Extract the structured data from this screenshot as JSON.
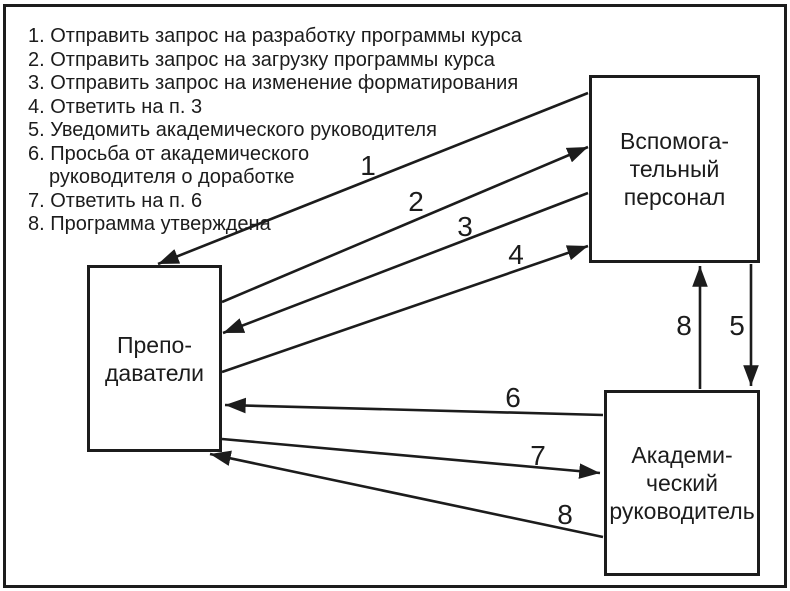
{
  "legend": {
    "items": [
      "1. Отправить запрос на разработку программы курса",
      "2. Отправить запрос на загрузку программы курса",
      "3. Отправить запрос на изменение форматирования",
      "4. Ответить на п. 3",
      "5. Уведомить академического руководителя",
      "6. Просьба от академического\nруководителя о доработке",
      "7. Ответить на п. 6",
      "8. Программа утверждена"
    ]
  },
  "nodes": {
    "teachers": {
      "label": "Препо-\nдаватели"
    },
    "support": {
      "label": "Вспомога-\nтельный\nперсонал"
    },
    "academic": {
      "label": "Академи-\nческий\nруководитель"
    }
  },
  "arrows": [
    {
      "label": "1",
      "from": "support",
      "to": "teachers"
    },
    {
      "label": "2",
      "from": "teachers",
      "to": "support"
    },
    {
      "label": "3",
      "from": "support",
      "to": "teachers"
    },
    {
      "label": "4",
      "from": "teachers",
      "to": "support"
    },
    {
      "label": "5",
      "from": "support",
      "to": "academic"
    },
    {
      "label": "8",
      "from": "academic",
      "to": "support"
    },
    {
      "label": "6",
      "from": "academic",
      "to": "teachers"
    },
    {
      "label": "7",
      "from": "teachers",
      "to": "academic"
    },
    {
      "label": "8",
      "from": "academic",
      "to": "teachers"
    }
  ],
  "colors": {
    "ink": "#1c1c1c",
    "background": "#ffffff"
  }
}
